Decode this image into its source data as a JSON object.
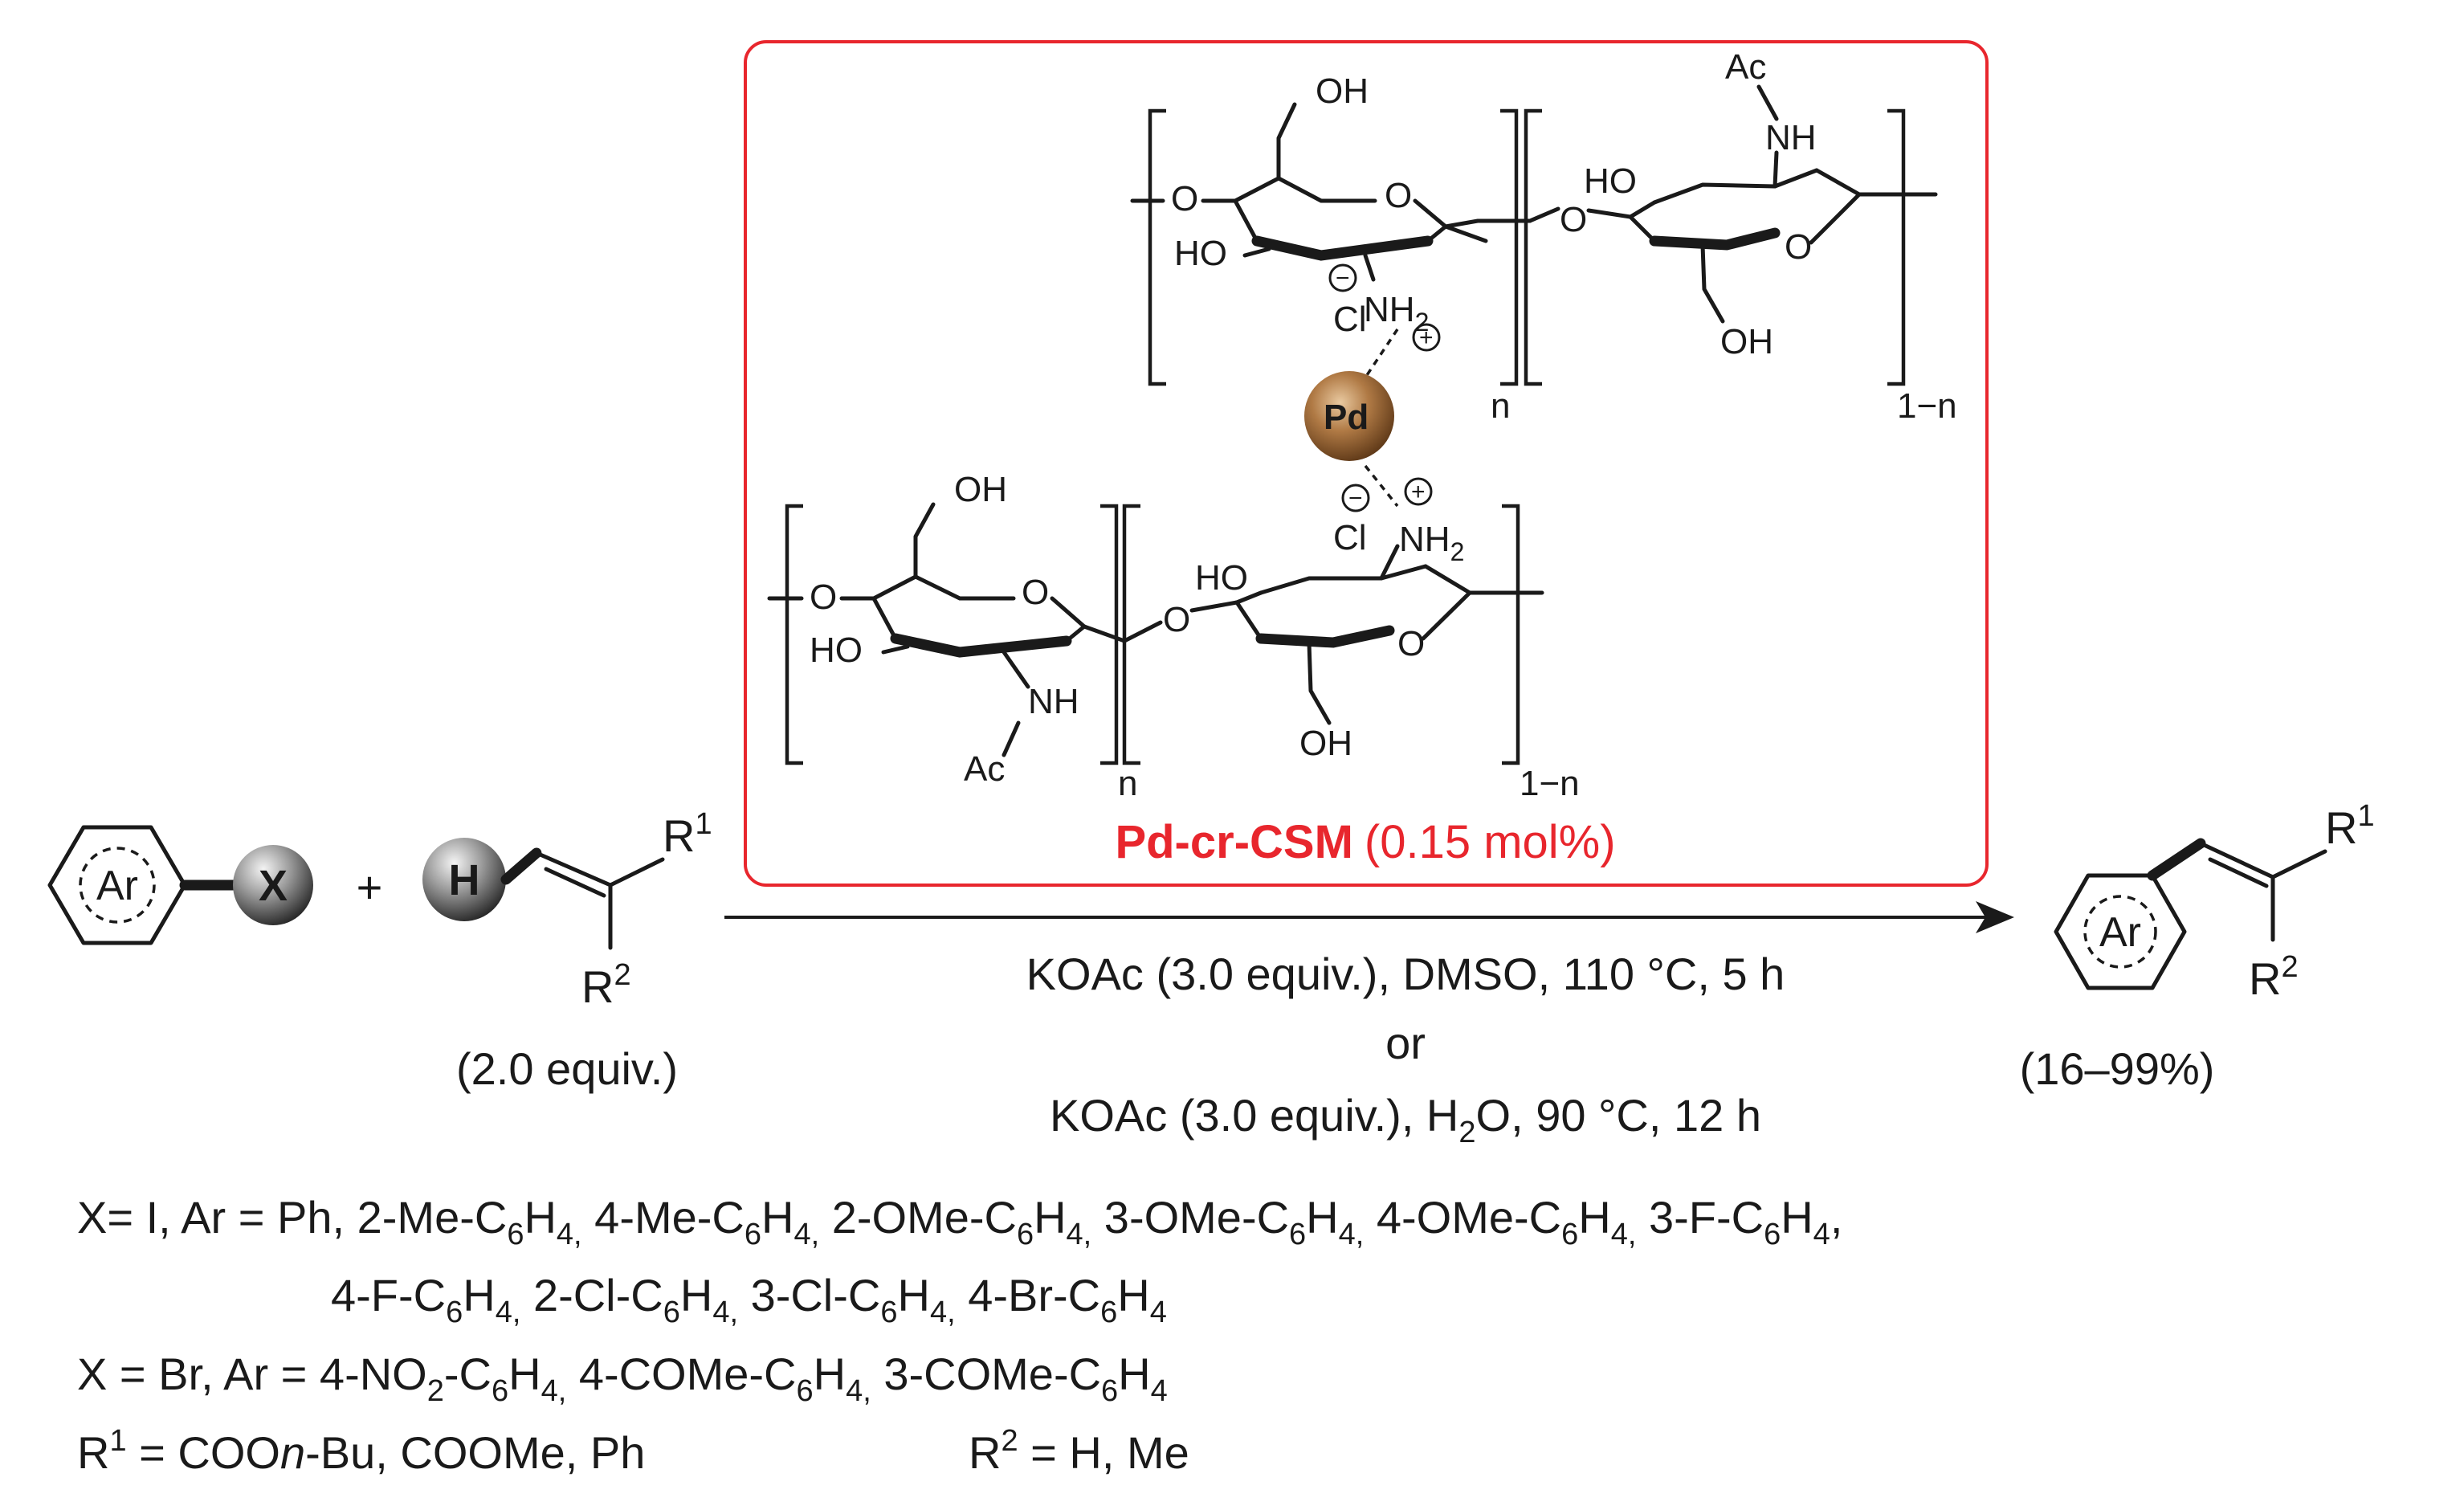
{
  "catalyst": {
    "name": "Pd-cr-CSM",
    "loading": "(0.15 mol%)",
    "metal": "Pd",
    "accent_color": "#e8262d",
    "upper_chain": {
      "unit_a": {
        "oh": "OH",
        "o_link": "O",
        "ring_o": "O",
        "ho": "HO",
        "nh2": "NH",
        "nh2_sub": "2",
        "cl": "Cl",
        "minus": "−",
        "plus": "+"
      },
      "unit_b": {
        "ac": "Ac",
        "nh": "NH",
        "ho": "HO",
        "ring_o": "O",
        "oh": "OH"
      },
      "sub_n": "n",
      "sub_1n": "1−n"
    },
    "lower_chain": {
      "unit_a": {
        "oh": "OH",
        "o_link": "O",
        "ring_o": "O",
        "ho": "HO",
        "nh": "NH",
        "ac": "Ac"
      },
      "unit_b": {
        "ho": "HO",
        "ring_o": "O",
        "oh": "OH",
        "nh2": "NH",
        "nh2_sub": "2",
        "cl": "Cl",
        "minus": "−",
        "plus": "+"
      },
      "sub_n": "n",
      "sub_1n": "1−n"
    }
  },
  "reaction": {
    "aryl_label": "Ar",
    "leaving_group": "X",
    "plus": "+",
    "hydrogen": "H",
    "r1": "R",
    "r1_sup": "1",
    "r2": "R",
    "r2_sup": "2",
    "alkene_equiv": "(2.0 equiv.)",
    "condition_1": "KOAc (3.0 equiv.), DMSO, 110 °C, 5 h",
    "condition_or": "or",
    "condition_2_pre": "KOAc (3.0 equiv.), H",
    "condition_2_sub": "2",
    "condition_2_post": "O, 90 °C, 12 h",
    "product_aryl": "Ar",
    "product_r1": "R",
    "product_r1_sup": "1",
    "product_r2": "R",
    "product_r2_sup": "2",
    "yield": "(16–99%)"
  },
  "substrates": {
    "line1": [
      {
        "t": "X= I, Ar = Ph, 2-Me-C"
      },
      {
        "sub": "6"
      },
      {
        "t": "H"
      },
      {
        "sub": "4,"
      },
      {
        "t": " 4-Me-C"
      },
      {
        "sub": "6"
      },
      {
        "t": "H"
      },
      {
        "sub": "4,"
      },
      {
        "t": " 2-OMe-C"
      },
      {
        "sub": "6"
      },
      {
        "t": "H"
      },
      {
        "sub": "4,"
      },
      {
        "t": " 3-OMe-C"
      },
      {
        "sub": "6"
      },
      {
        "t": "H"
      },
      {
        "sub": "4,"
      },
      {
        "t": " 4-OMe-C"
      },
      {
        "sub": "6"
      },
      {
        "t": "H"
      },
      {
        "sub": "4,"
      },
      {
        "t": " 3-F-C"
      },
      {
        "sub": "6"
      },
      {
        "t": "H"
      },
      {
        "sub": "4"
      },
      {
        "t": ","
      }
    ],
    "line2": [
      {
        "t": "4-F-C"
      },
      {
        "sub": "6"
      },
      {
        "t": "H"
      },
      {
        "sub": "4,"
      },
      {
        "t": " 2-Cl-C"
      },
      {
        "sub": "6"
      },
      {
        "t": "H"
      },
      {
        "sub": "4,"
      },
      {
        "t": " 3-Cl-C"
      },
      {
        "sub": "6"
      },
      {
        "t": "H"
      },
      {
        "sub": "4,"
      },
      {
        "t": " 4-Br-C"
      },
      {
        "sub": "6"
      },
      {
        "t": "H"
      },
      {
        "sub": "4"
      }
    ],
    "line3": [
      {
        "t": "X = Br, Ar = 4-NO"
      },
      {
        "sub": "2"
      },
      {
        "t": "-C"
      },
      {
        "sub": "6"
      },
      {
        "t": "H"
      },
      {
        "sub": "4,"
      },
      {
        "t": " 4-COMe-C"
      },
      {
        "sub": "6"
      },
      {
        "t": "H"
      },
      {
        "sub": "4,"
      },
      {
        "t": " 3-COMe-C"
      },
      {
        "sub": "6"
      },
      {
        "t": "H"
      },
      {
        "sub": "4"
      }
    ],
    "line4a": [
      {
        "t": "R"
      },
      {
        "sup": "1"
      },
      {
        "t": " = COO"
      },
      {
        "i": "n"
      },
      {
        "t": "-Bu, COOMe, Ph"
      }
    ],
    "line4b": [
      {
        "t": "R"
      },
      {
        "sup": "2"
      },
      {
        "t": " = H, Me"
      }
    ]
  }
}
